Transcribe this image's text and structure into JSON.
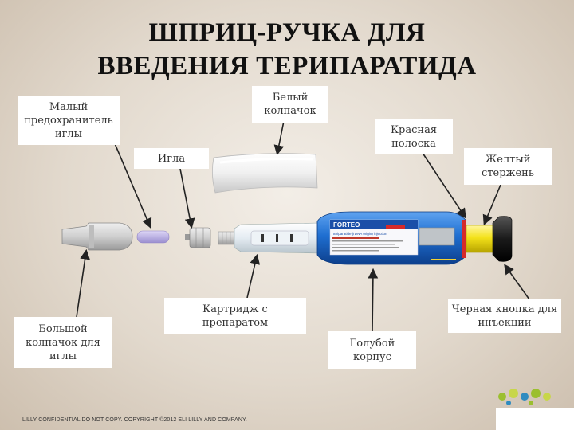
{
  "title": {
    "line1": "ШПРИЦ-РУЧКА ДЛЯ",
    "line2": "ВВЕДЕНИЯ ТЕРИПАРАТИДА"
  },
  "labels": {
    "small_cap": "Малый\nпредохранитель\nиглы",
    "white_cap": "Белый\nколпачок",
    "red_stripe": "Красная\nполоска",
    "needle": "Игла",
    "yellow_rod": "Желтый\nстержень",
    "big_cap": "Большой\nколпачок для\nиглы",
    "cartridge": "Картридж с\nпрепаратом",
    "black_button": "Черная кнопка для\nинъекции",
    "blue_body": "Голубой\nкорпус"
  },
  "pen_text": {
    "brand": "FORTEO",
    "subtitle": "teriparatide (rDNA origin) injection"
  },
  "footer": "LILLY CONFIDENTIAL DO NOT COPY. COPYRIGHT ©2012 ELI LILLY AND COMPANY.",
  "colors": {
    "pen_blue": "#1f6fd1",
    "yellow": "#f4e21a",
    "black_knob": "#1a1a1a",
    "lavender": "#b9aee3",
    "red_stripe": "#d62a2a"
  }
}
